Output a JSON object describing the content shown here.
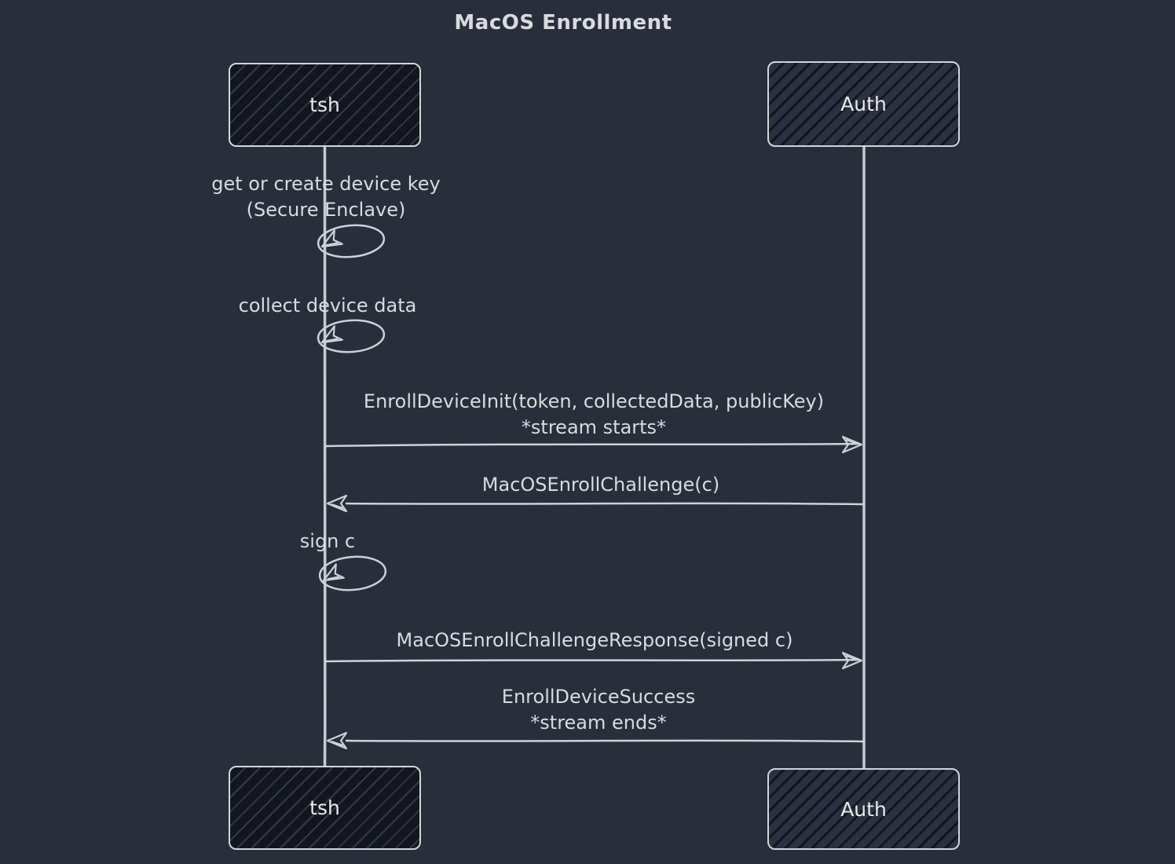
{
  "title": "MacOS Enrollment",
  "actors": {
    "tsh": "tsh",
    "auth": "Auth"
  },
  "self_messages": [
    {
      "actor": "tsh",
      "line1": "get or create device key",
      "line2": "(Secure Enclave)"
    },
    {
      "actor": "tsh",
      "line1": "collect device data"
    },
    {
      "actor": "tsh",
      "line1": "sign c"
    }
  ],
  "messages": [
    {
      "from": "tsh",
      "to": "Auth",
      "direction": "right",
      "line1": "EnrollDeviceInit(token, collectedData, publicKey)",
      "line2": "*stream starts*"
    },
    {
      "from": "Auth",
      "to": "tsh",
      "direction": "left",
      "line1": "MacOSEnrollChallenge(c)"
    },
    {
      "from": "tsh",
      "to": "Auth",
      "direction": "right",
      "line1": "MacOSEnrollChallengeResponse(signed c)"
    },
    {
      "from": "Auth",
      "to": "tsh",
      "direction": "left",
      "line1": "EnrollDeviceSuccess",
      "line2": "*stream ends*"
    }
  ],
  "colors": {
    "background": "#292e3b",
    "stroke": "#ced1d7",
    "text": "#d9dbde",
    "actor_fill_tsh": "#13161c",
    "actor_fill_auth": "#2b3140",
    "actor_border": "#d3d5d9"
  }
}
